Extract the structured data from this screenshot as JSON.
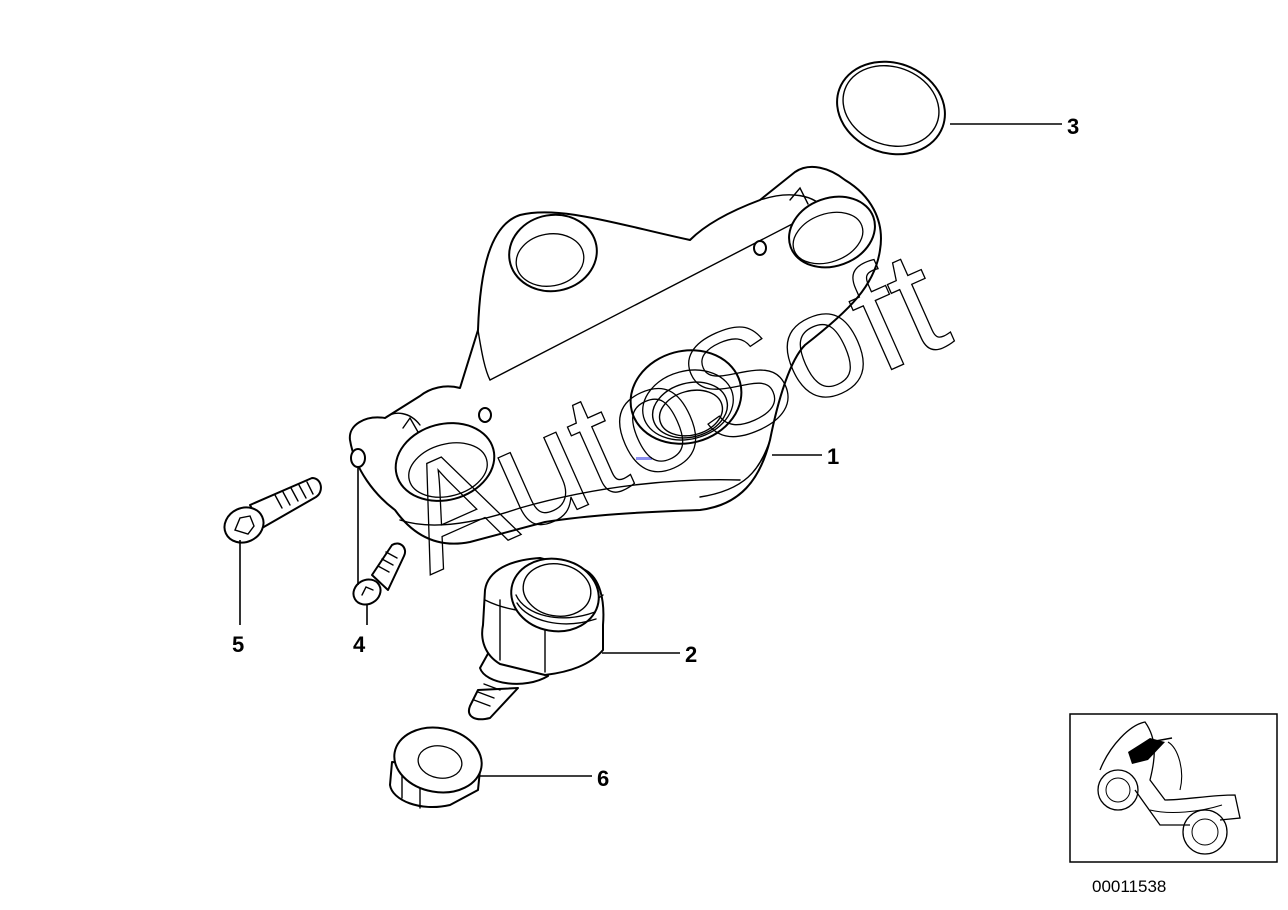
{
  "callouts": {
    "part_1": "1",
    "part_2": "2",
    "part_3": "3",
    "part_4": "4",
    "part_5": "5",
    "part_6": "6"
  },
  "watermark": "AutoSoft",
  "diagram_number": "00011538",
  "colors": {
    "line": "#000000",
    "background": "#ffffff",
    "marker": "#8a8ef0"
  }
}
